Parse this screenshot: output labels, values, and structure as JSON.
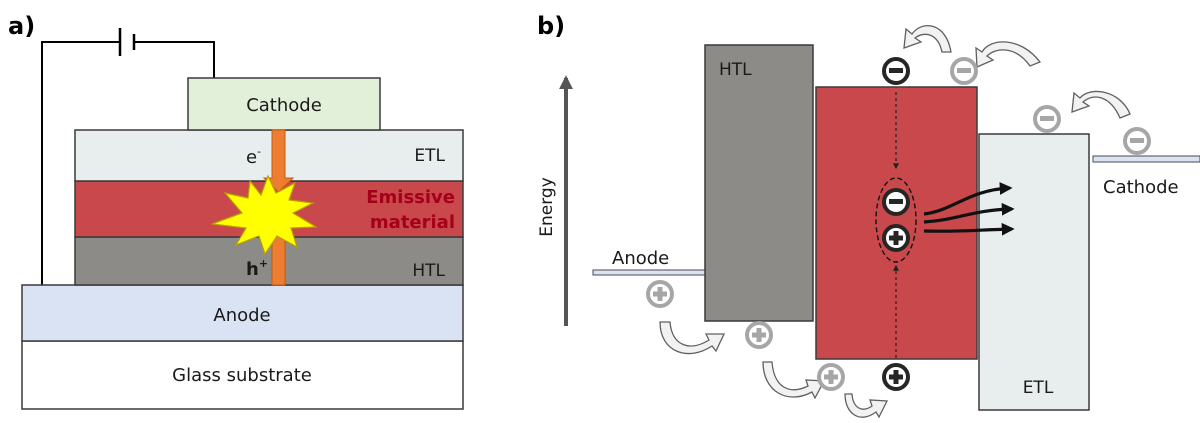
{
  "panel_a": {
    "label": "a)",
    "cathode": "Cathode",
    "etl": "ETL",
    "emissive_line1": "Emissive",
    "emissive_line2": "material",
    "htl": "HTL",
    "anode": "Anode",
    "substrate": "Glass substrate",
    "electron": "e",
    "electron_sup": "-",
    "hole": "h",
    "hole_sup": "+"
  },
  "panel_b": {
    "label": "b)",
    "energy_axis": "Energy",
    "htl": "HTL",
    "etl": "ETL",
    "anode": "Anode",
    "cathode": "Cathode"
  },
  "colors": {
    "cathode_fill": "#e2efd9",
    "etl_fill": "#e8eded",
    "emissive_fill": "#c9484b",
    "htl_fill": "#8d8b88",
    "anode_fill": "#dae3f3",
    "substrate_fill": "#ffffff",
    "current_arrow": "#ed7d31",
    "flash": "#ffff00",
    "emissive_text": "#a5001a",
    "charge_light": "#a6a6a6",
    "charge_dark": "#262626"
  },
  "icons": [
    "battery-icon",
    "flash-icon",
    "electron-icon",
    "hole-icon",
    "curved-arrow-icon",
    "emission-arrow-icon"
  ]
}
